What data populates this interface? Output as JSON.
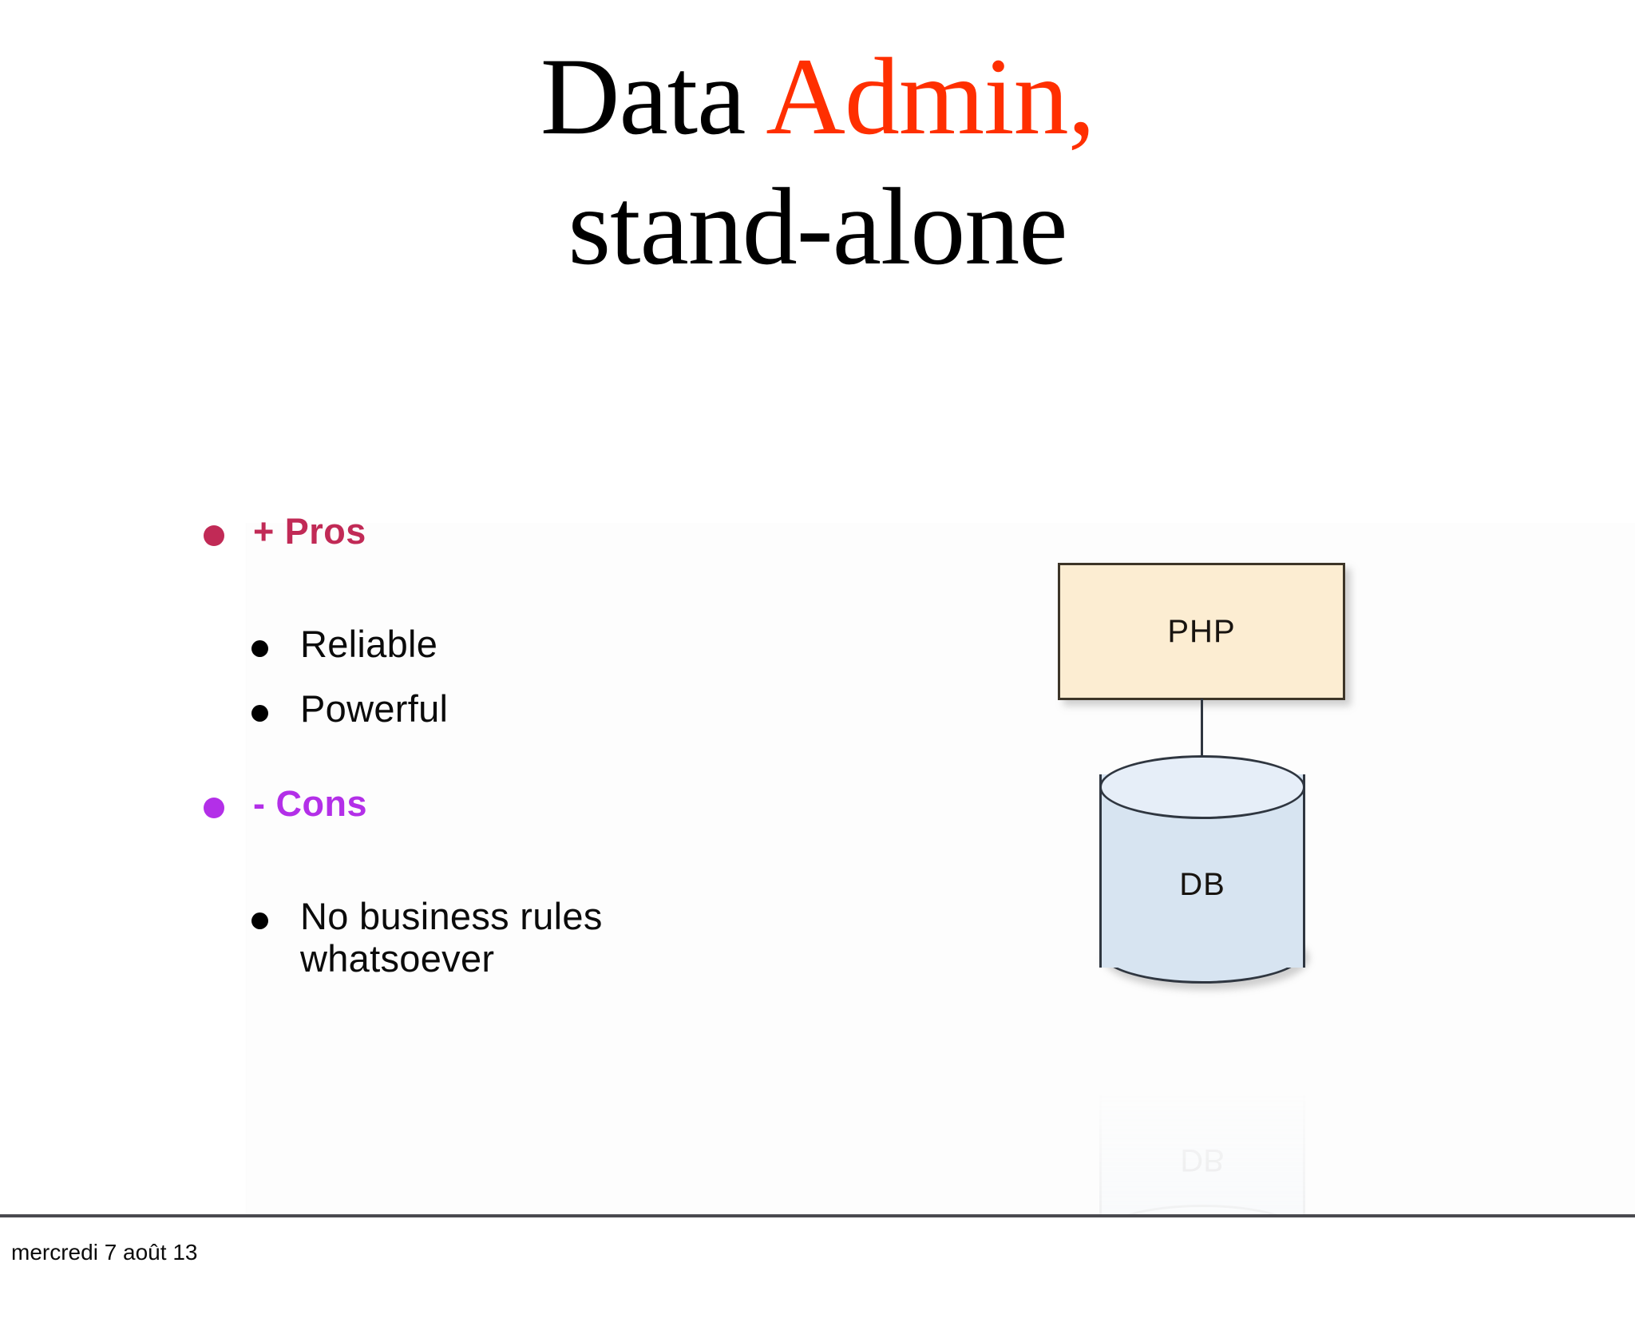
{
  "slide": {
    "title": {
      "line1_prefix": "Data ",
      "line1_accent": "Admin,",
      "line2": "stand-alone",
      "accent_color": "#ff2f00",
      "base_color": "#000000"
    },
    "bullets": [
      {
        "level": 1,
        "label": "+ Pros",
        "bullet_color": "#c12a56",
        "text_color": "#c12a56"
      },
      {
        "level": 2,
        "label": "Reliable",
        "bullet_color": "#000000",
        "text_color": "#0b0b0b"
      },
      {
        "level": 2,
        "label": "Powerful",
        "bullet_color": "#000000",
        "text_color": "#0b0b0b"
      },
      {
        "level": 1,
        "label": "- Cons",
        "bullet_color": "#b32fe8",
        "text_color": "#b32fe8"
      },
      {
        "level": 2,
        "label": "No business rules whatsoever",
        "bullet_color": "#000000",
        "text_color": "#0b0b0b"
      }
    ],
    "diagram": {
      "nodes": [
        {
          "id": "php",
          "label": "PHP",
          "shape": "rectangle",
          "fill": "#fcedd2",
          "stroke": "#3d3528"
        },
        {
          "id": "db",
          "label": "DB",
          "shape": "cylinder",
          "fill": "#d7e4f1",
          "stroke": "#2f3640"
        }
      ],
      "edges": [
        {
          "from": "php",
          "to": "db",
          "style": "solid",
          "color": "#2f3640"
        }
      ],
      "reflection_label": "DB"
    }
  },
  "footer": {
    "date": "mercredi 7 août 13"
  }
}
